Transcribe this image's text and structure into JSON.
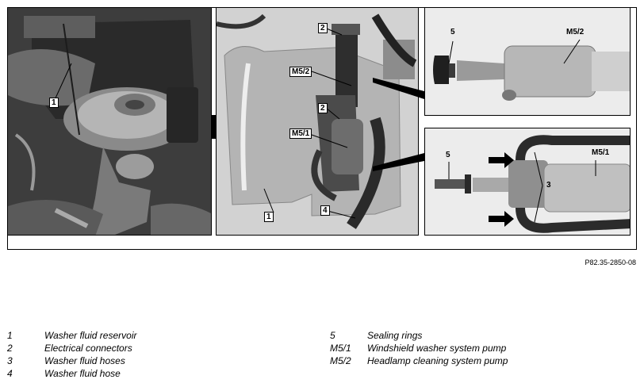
{
  "figure_ref": "P82.35-2850-08",
  "callouts": {
    "left_1": "1",
    "mid_2_top": "2",
    "mid_m52": "M5/2",
    "mid_2": "2",
    "mid_m51": "M5/1",
    "mid_1": "1",
    "mid_4": "4",
    "tr_5": "5",
    "tr_m52": "M5/2",
    "br_5": "5",
    "br_m51": "M5/1",
    "br_3": "3"
  },
  "legend": {
    "left": [
      {
        "key": "1",
        "text": "Washer fluid reservoir"
      },
      {
        "key": "2",
        "text": "Electrical connectors"
      },
      {
        "key": "3",
        "text": "Washer fluid hoses"
      },
      {
        "key": "4",
        "text": "Washer fluid hose"
      }
    ],
    "right": [
      {
        "key": "5",
        "text": "Sealing rings"
      },
      {
        "key": "M5/1",
        "text": "Windshield washer system pump"
      },
      {
        "key": "M5/2",
        "text": "Headlamp cleaning system pump"
      }
    ]
  }
}
